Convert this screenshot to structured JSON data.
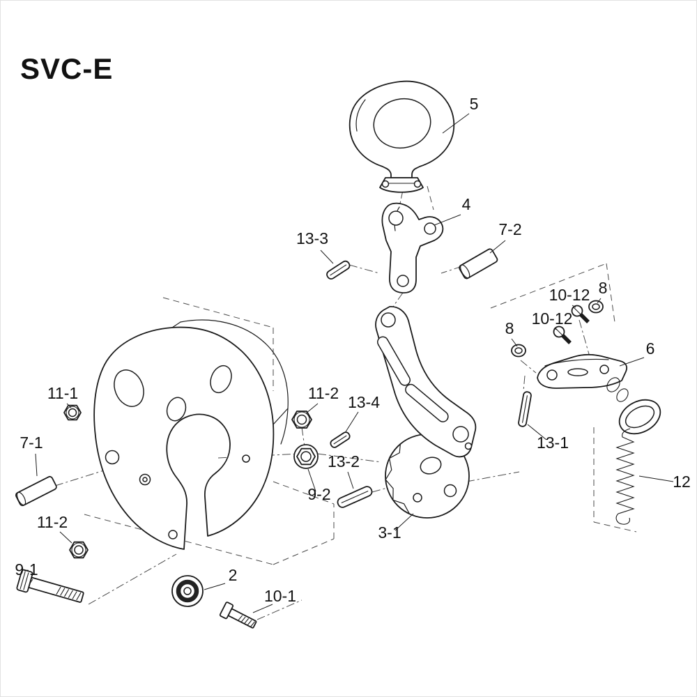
{
  "title": "SVC-E",
  "labels": [
    {
      "id": "5"
    },
    {
      "id": "4"
    },
    {
      "id": "13-3"
    },
    {
      "id": "7-2"
    },
    {
      "id": "8"
    },
    {
      "id": "10-12"
    },
    {
      "id": "8"
    },
    {
      "id": "10-12"
    },
    {
      "id": "6"
    },
    {
      "id": "11-1"
    },
    {
      "id": "11-2"
    },
    {
      "id": "13-4"
    },
    {
      "id": "7-1"
    },
    {
      "id": "13-2"
    },
    {
      "id": "9-2"
    },
    {
      "id": "3-1"
    },
    {
      "id": "13-1"
    },
    {
      "id": "12"
    },
    {
      "id": "11-2"
    },
    {
      "id": "9-1"
    },
    {
      "id": "2"
    },
    {
      "id": "10-1"
    }
  ]
}
